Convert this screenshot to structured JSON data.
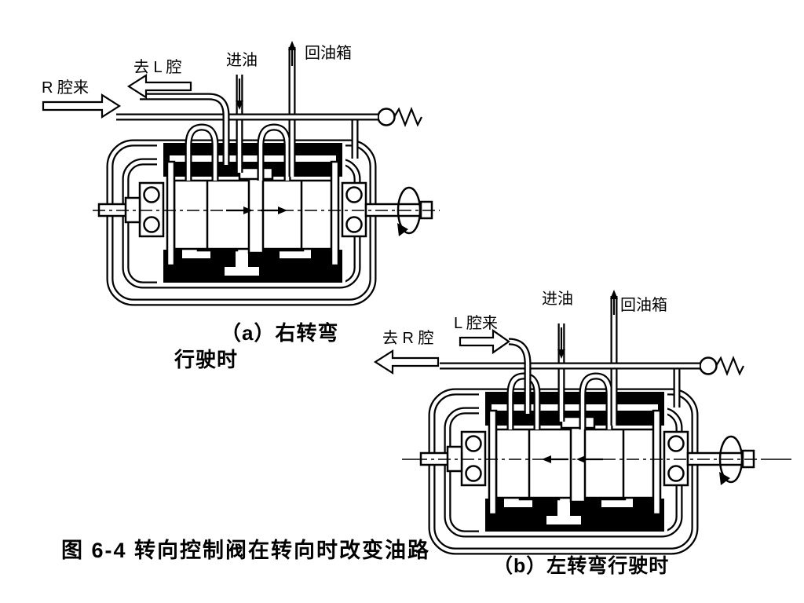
{
  "figure": {
    "caption": "图 6-4  转向控制阀在转向时改变油路",
    "colors": {
      "ink": "#000000",
      "paper": "#ffffff"
    },
    "icons": {
      "relief_valve": "circle-with-spring-zigzag",
      "rotation": "ellipse-rotation-arrow",
      "inlet_flow": "thin-down-arrow",
      "return_flow": "thin-up-arrow",
      "chamber_flow": "hollow-outline-arrow"
    },
    "diagram_a": {
      "caption_line1": "（a）右转弯",
      "caption_line2": "行驶时",
      "spool_flow_direction": "right",
      "labels": {
        "from_r": "R 腔来",
        "to_l": "去 L 腔",
        "oil_in": "进油",
        "oil_return": "回油箱"
      }
    },
    "diagram_b": {
      "caption": "（b）左转弯行驶时",
      "spool_flow_direction": "left",
      "labels": {
        "to_r": "去 R 腔",
        "from_l": "L 腔来",
        "oil_in": "进油",
        "oil_return": "回油箱"
      }
    }
  }
}
